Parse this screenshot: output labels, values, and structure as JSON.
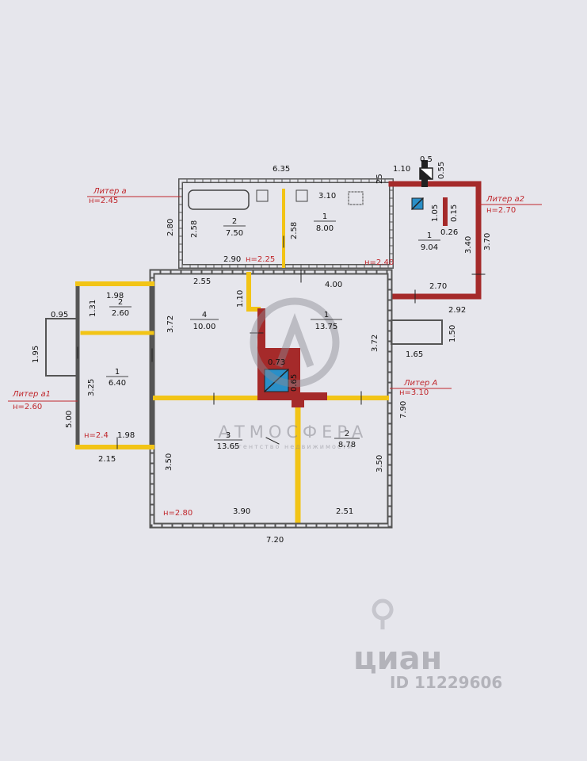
{
  "labels": {
    "liter_a_small": "Литер а",
    "h_liter_a_small": "н=2.45",
    "liter_a2": "Литер а2",
    "h_liter_a2": "н=2.70",
    "liter_a1": "Литер а1",
    "h_liter_a1": "н=2.60",
    "liter_A": "Литер А",
    "h_liter_A": "н=3.10",
    "h_225": "н=2.25",
    "h_240": "н=2.40",
    "h_24": "н=2.4",
    "h_280": "н=2.80"
  },
  "rooms": {
    "a_2_num": "2",
    "a_2_area": "7.50",
    "a_1_num": "1",
    "a_1_area": "8.00",
    "a2_1_num": "1",
    "a2_1_area": "9.04",
    "A_4_num": "4",
    "A_4_area": "10.00",
    "A_1_num": "1",
    "A_1_area": "13.75",
    "a1_2_num": "2",
    "a1_2_area": "2.60",
    "a1_1_num": "1",
    "a1_1_area": "6.40",
    "A_3_num": "3",
    "A_3_area": "13.65",
    "A_2_num": "2",
    "A_2_area": "8.78"
  },
  "dims": {
    "d635": "6.35",
    "d110": "1.10",
    "d05": "0.5",
    "d055": "0.55",
    "d25": "25",
    "d310": "3.10",
    "d105": "1.05",
    "d015": "0.15",
    "d026": "0.26",
    "d340": "3.40",
    "d370": "3.70",
    "d280a": "2.80",
    "d258a": "2.58",
    "d258b": "2.58",
    "d290": "2.90",
    "d270": "2.70",
    "d292": "2.92",
    "d150": "1.50",
    "d165": "1.65",
    "d255": "2.55",
    "d400": "4.00",
    "d110b": "1.10",
    "d372a": "3.72",
    "d372b": "3.72",
    "d198a": "1.98",
    "d131": "1.31",
    "d095": "0.95",
    "d195": "1.95",
    "d325": "3.25",
    "d500": "5.00",
    "d198b": "1.98",
    "d215": "2.15",
    "d073": "0.73",
    "d065": "0.65",
    "d790": "7.90",
    "d350a": "3.50",
    "d350b": "3.50",
    "d390": "3.90",
    "d251": "2.51",
    "d720": "7.20"
  },
  "watermark": {
    "brand": "АТМОСФЕРА",
    "tagline": "агентство недвижимости",
    "cian": "циан",
    "cian_id": "ID 11229606"
  },
  "colors": {
    "wall_red": "#a52a2a",
    "wall_yellow": "#f2c416",
    "annotation_red": "#c0262b"
  }
}
